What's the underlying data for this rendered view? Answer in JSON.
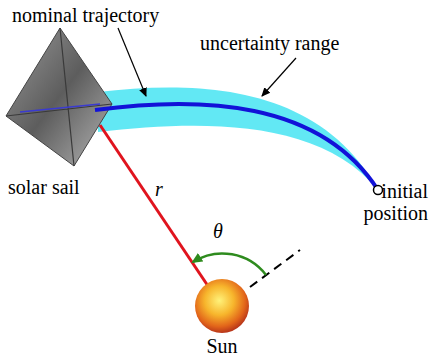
{
  "diagram": {
    "labels": [
      "nominal trajectory",
      "uncertainty range",
      "r",
      "θ",
      "solar sail",
      "initial position",
      "Sun"
    ]
  }
}
